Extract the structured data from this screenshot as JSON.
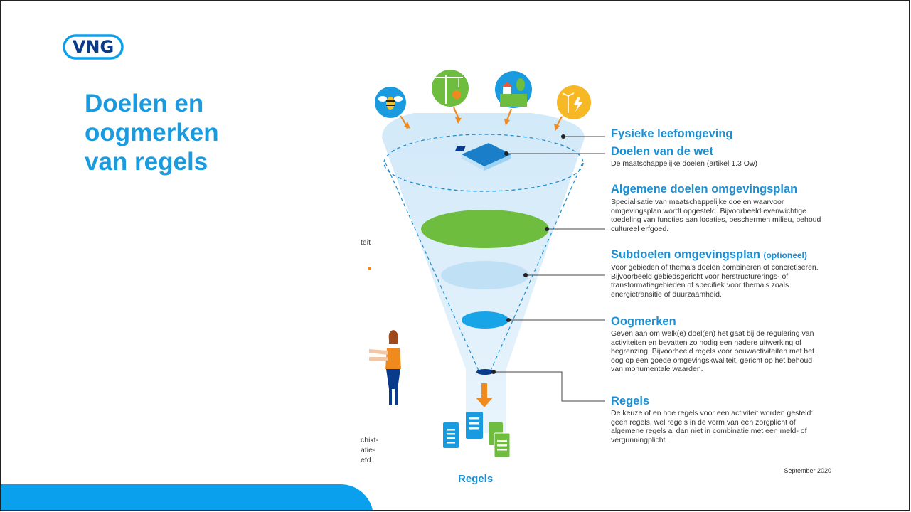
{
  "slide": {
    "logo_text": "VNG",
    "title_lines": [
      "Doelen en",
      "oogmerken",
      "van regels"
    ]
  },
  "infographic": {
    "levels": [
      {
        "label": "Fysieke leefomgeving",
        "description": ""
      },
      {
        "label": "Doelen van de wet",
        "description": "De maatschappelijke doelen (artikel 1.3 Ow)"
      },
      {
        "label": "Algemene doelen omgevingsplan",
        "description": "Specialisatie van maatschappelijke doelen waarvoor omgevingsplan wordt opgesteld. Bijvoorbeeld evenwichtige toedeling van functies aan locaties, beschermen milieu, behoud cultureel erfgoed."
      },
      {
        "label": "Subdoelen omgevingsplan",
        "label_suffix": "(optioneel)",
        "description": "Voor gebieden of thema’s doelen combineren of concretiseren. Bijvoorbeeld gebiedsgericht voor herstructurerings- of transformatiegebieden of specifiek voor thema’s zoals energietransitie of duurzaamheid."
      },
      {
        "label": "Oogmerken",
        "description": "Geven aan om welk(e) doel(en) het gaat bij de regulering van activiteiten en bevatten zo nodig een nadere uitwerking of begrenzing. Bijvoorbeeld regels voor bouwactiviteiten met het oog op een goede omgevingskwaliteit, gericht op het behoud van monumentale waarden."
      },
      {
        "label": "Regels",
        "description": "De keuze of en hoe regels voor een activiteit worden gesteld: geen regels, wel regels in de vorm van een zorgplicht of algemene regels al dan niet in combinatie met een meld- of vergunningplicht."
      }
    ],
    "cut_text_top": "teit",
    "cut_text_bottom": [
      "chikt-",
      "atie-",
      "efd."
    ],
    "regels_caption": "Regels",
    "date": "September 2020",
    "icons": [
      "bee-icon",
      "crane-euro-icon",
      "house-tree-icon",
      "energy-icon"
    ]
  },
  "colors": {
    "brand_blue": "#1a9be0",
    "band_blue": "#0aa0ee",
    "funnel_light": "#d8ecfa",
    "green": "#6ebd3e",
    "orange": "#f08a1c"
  }
}
